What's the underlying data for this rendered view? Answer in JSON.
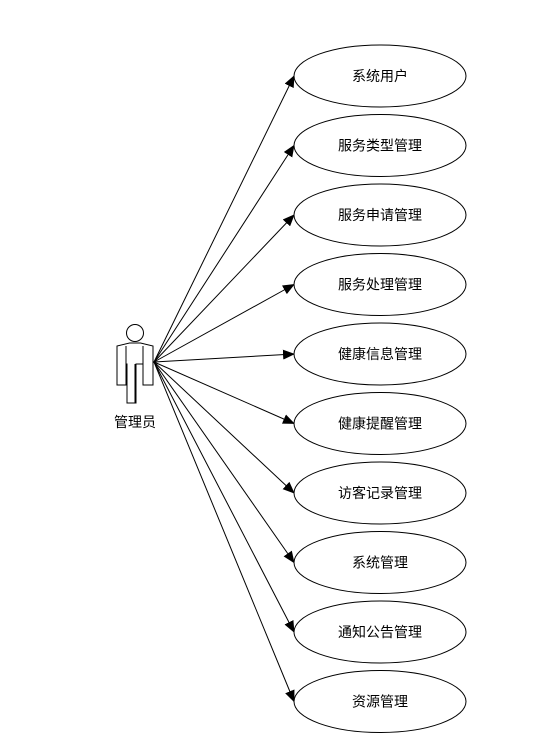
{
  "actor": {
    "label": "管理员"
  },
  "use_cases": [
    {
      "label": "系统用户"
    },
    {
      "label": "服务类型管理"
    },
    {
      "label": "服务申请管理"
    },
    {
      "label": "服务处理管理"
    },
    {
      "label": "健康信息管理"
    },
    {
      "label": "健康提醒管理"
    },
    {
      "label": "访客记录管理"
    },
    {
      "label": "系统管理"
    },
    {
      "label": "通知公告管理"
    },
    {
      "label": "资源管理"
    }
  ],
  "colors": {
    "stroke": "#000000",
    "fill": "#ffffff"
  }
}
